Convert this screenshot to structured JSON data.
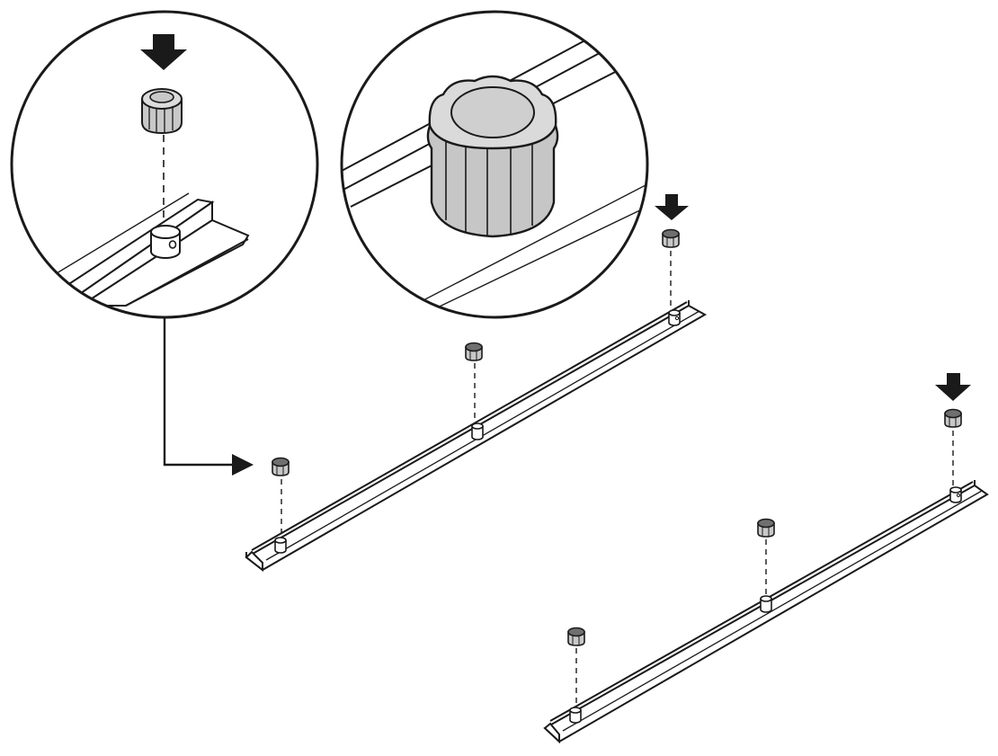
{
  "colors": {
    "line": "#1a1a1a",
    "cap_fill": "#cccccc",
    "cap_top": "#dcdcdc",
    "cap_dark": "#6f6f6f",
    "background": "#ffffff"
  },
  "icons": {
    "press_arrow": "down-arrow-icon",
    "callout_arrow": "right-arrow-icon",
    "cap": "knurled-cap-icon",
    "pin": "pin-icon"
  },
  "assembly": {
    "rails": 2,
    "caps_per_rail": 3,
    "detail_views": 2
  }
}
